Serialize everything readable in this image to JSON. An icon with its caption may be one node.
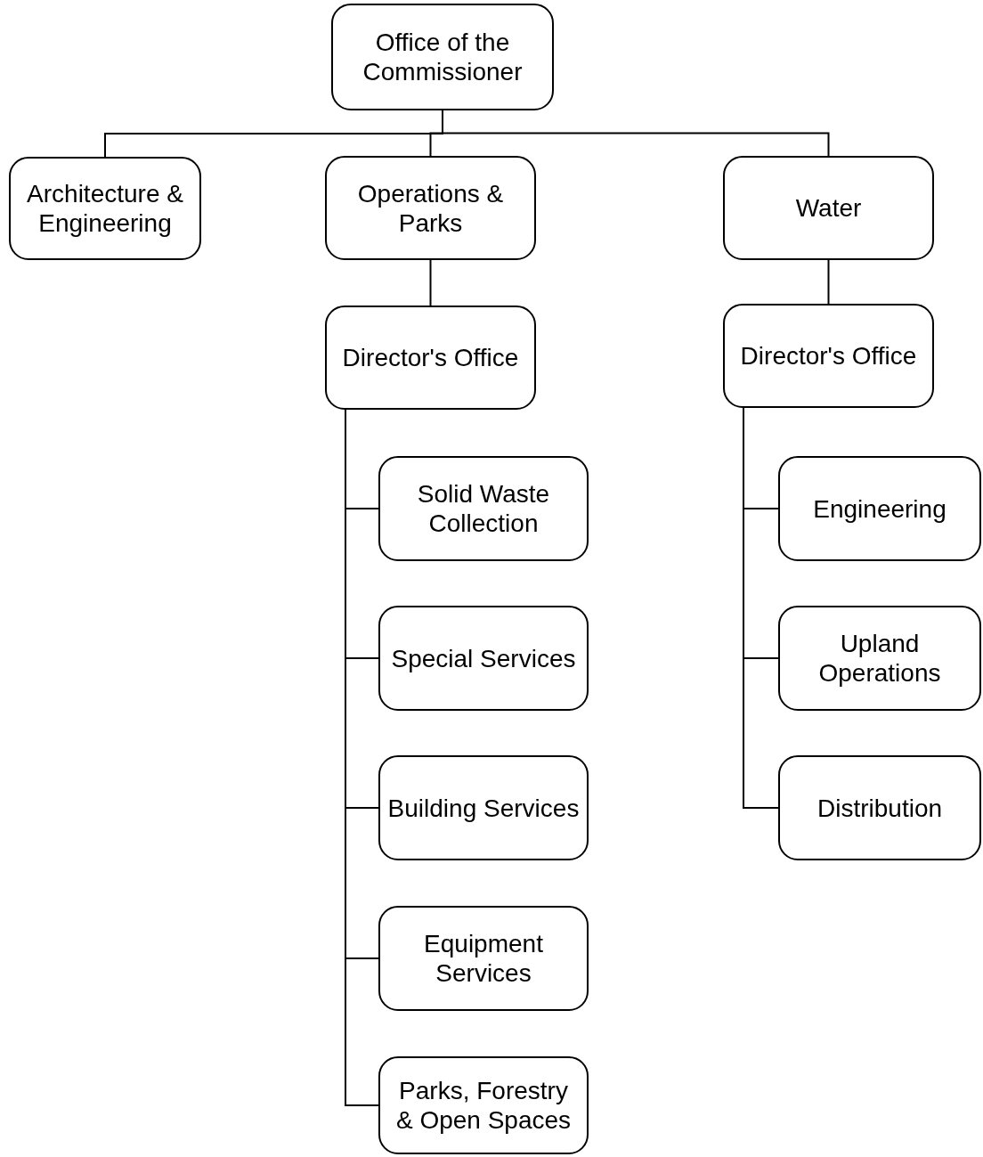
{
  "diagram": {
    "nodes": [
      {
        "text": [
          "Office of the Commissioner"
        ]
      },
      {
        "text": [
          "Architecture & Engineering"
        ]
      },
      {
        "text": [
          "Operations & Parks"
        ]
      },
      {
        "text": [
          "Water"
        ]
      },
      {
        "text": [
          "Director's Office"
        ]
      },
      {
        "text": [
          "Solid Waste Collection"
        ]
      },
      {
        "text": [
          "Special Services"
        ]
      },
      {
        "text": [
          "Building Services"
        ]
      },
      {
        "text": [
          "Equipment Services"
        ]
      },
      {
        "text": [
          "Parks, Forestry & Open Spaces"
        ]
      },
      {
        "text": [
          "Director's Office"
        ]
      },
      {
        "text": [
          "Engineering"
        ]
      },
      {
        "text": [
          "Upland Operations"
        ]
      },
      {
        "text": [
          "Distribution"
        ]
      }
    ],
    "edges": [
      {
        "from": 0,
        "to": 1,
        "arrow": "none"
      },
      {
        "from": 0,
        "to": 2,
        "arrow": "none"
      },
      {
        "from": 0,
        "to": 3,
        "arrow": "none"
      },
      {
        "from": 2,
        "to": 4,
        "arrow": "none"
      },
      {
        "from": 4,
        "to": 5,
        "arrow": "none"
      },
      {
        "from": 4,
        "to": 6,
        "arrow": "none"
      },
      {
        "from": 4,
        "to": 7,
        "arrow": "none"
      },
      {
        "from": 4,
        "to": 8,
        "arrow": "none"
      },
      {
        "from": 4,
        "to": 9,
        "arrow": "none"
      },
      {
        "from": 3,
        "to": 10,
        "arrow": "none"
      },
      {
        "from": 10,
        "to": 11,
        "arrow": "none"
      },
      {
        "from": 10,
        "to": 12,
        "arrow": "none"
      },
      {
        "from": 10,
        "to": 13,
        "arrow": "none"
      }
    ]
  }
}
